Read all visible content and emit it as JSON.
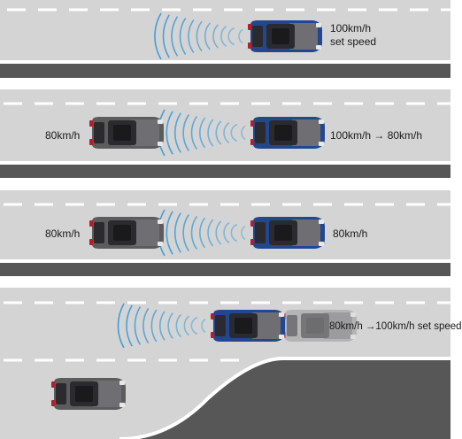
{
  "panels": [
    {
      "speed_value": "100km/h",
      "speed_note": "set speed"
    },
    {
      "lead_speed": "80km/h",
      "speed_change": "100km/h → 80km/h"
    },
    {
      "lead_speed": "80km/h",
      "own_speed": "80km/h"
    },
    {
      "speed_change": "80km/h →100km/h set speed"
    }
  ],
  "colors": {
    "road": "#d4d4d4",
    "lane_marking": "#ffffff",
    "road_edge": "#575757",
    "own_car": "#23468e",
    "other_car": "#5c5c5c",
    "radar": "#3a9bd8"
  }
}
